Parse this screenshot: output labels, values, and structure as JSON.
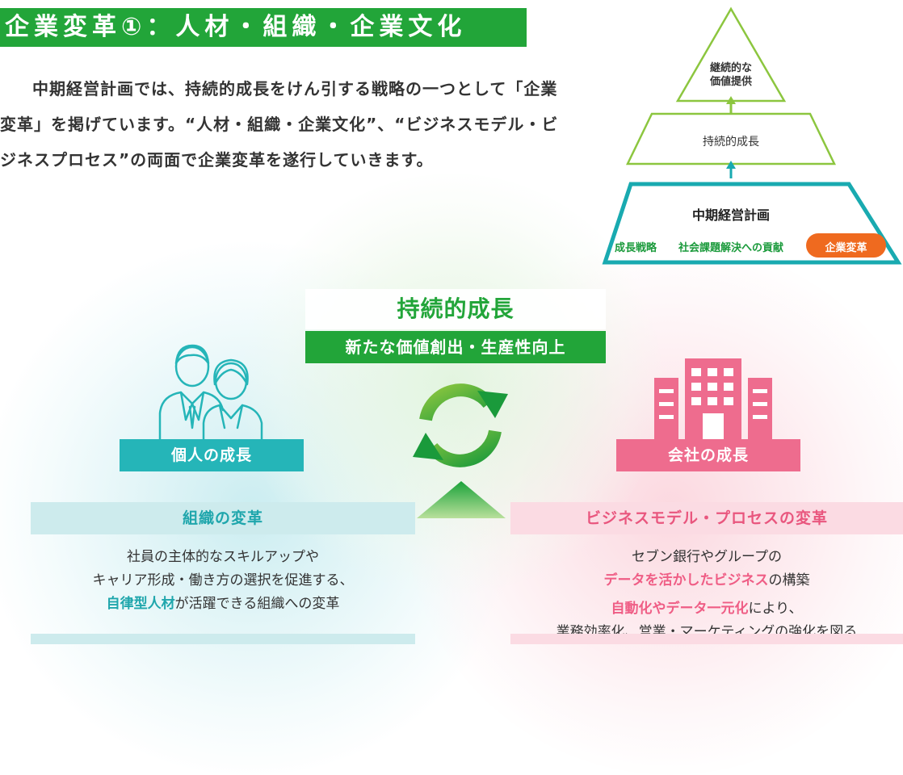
{
  "title": "企業変革①：人材・組織・企業文化",
  "intro": "中期経営計画では、持続的成長をけん引する戦略の一つとして「企業変革」を掲げています。“人材・組織・企業文化”、“ビジネスモデル・ビジネスプロセス”の両面で企業変革を遂行していきます。",
  "pyramid": {
    "top_line1": "継続的な",
    "top_line2": "価値提供",
    "middle": "持続的成長",
    "base_title": "中期経営計画",
    "item1": "成長戦略",
    "item2": "社会課題解決への貢献",
    "item3": "企業変革"
  },
  "center": {
    "title": "持続的成長",
    "subtitle": "新たな価値創出・生産性向上"
  },
  "left": {
    "badge": "個人の成長",
    "band": "組織の変革",
    "line1": "社員の主体的なスキルアップや",
    "line2": "キャリア形成・働き方の選択を促進する、",
    "line3_highlight": "自律型人材",
    "line3_rest": "が活躍できる組織への変革"
  },
  "right": {
    "badge": "会社の成長",
    "band": "ビジネスモデル・プロセスの変革",
    "line1": "セブン銀行やグループの",
    "line2_highlight": "データを活かしたビジネス",
    "line2_rest": "の構築",
    "line3_highlight": "自動化やデータ一元化",
    "line3_rest": "により、",
    "line4": "業務効率化、営業・マーケティングの強化を図る"
  },
  "colors": {
    "green": "#22a539",
    "teal": "#25b5b8",
    "pink": "#ee6c8e",
    "orange": "#ef6a1f",
    "pyramid_base": "#19aab0",
    "pyramid_light": "#8cc63f"
  },
  "icons": [
    "people-icon",
    "building-icon",
    "cycle-arrows-icon",
    "up-arrow-icon"
  ]
}
